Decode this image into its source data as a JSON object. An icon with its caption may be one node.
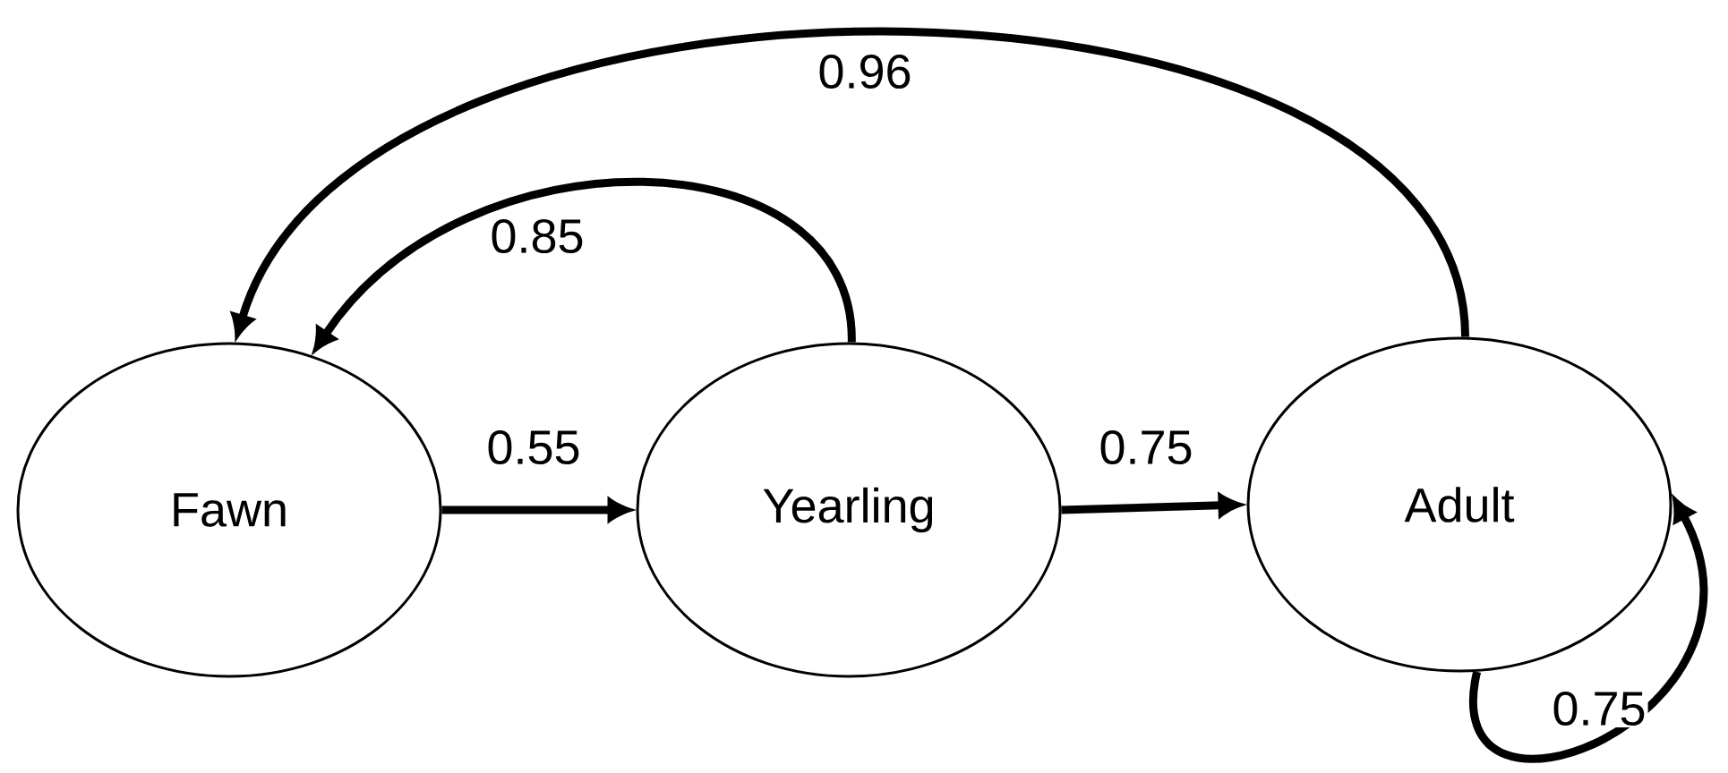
{
  "diagram": {
    "nodes": [
      {
        "text": [
          "Fawn"
        ]
      },
      {
        "text": [
          "Yearling"
        ]
      },
      {
        "text": [
          "Adult"
        ]
      }
    ],
    "edges": [
      {
        "from": 0,
        "to": 1,
        "arrow": "to",
        "label": "0.55"
      },
      {
        "from": 1,
        "to": 2,
        "arrow": "to",
        "label": "0.75"
      },
      {
        "from": 1,
        "to": 0,
        "arrow": "to",
        "label": "0.85"
      },
      {
        "from": 2,
        "to": 0,
        "arrow": "to",
        "label": "0.96"
      },
      {
        "from": 2,
        "to": 2,
        "arrow": "to",
        "label": "0.75"
      }
    ]
  }
}
